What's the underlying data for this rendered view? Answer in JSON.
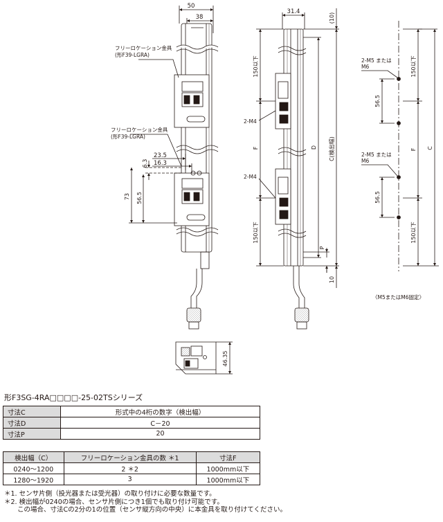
{
  "drawing": {
    "front_view": {
      "dims": {
        "width_50": "50",
        "width_38": "38",
        "d_23_5": "23.5",
        "d_16_3": "16.3",
        "d_6_3": "6.3",
        "d_73": "73",
        "d_56_5": "56.5"
      },
      "labels": {
        "bracket_top_name": "フリーロケーション金具",
        "bracket_top_model": "(形F39-LGRA)",
        "bracket_mid_name": "フリーロケーション金具",
        "bracket_mid_model": "(形F39-LGRA)"
      }
    },
    "side_view": {
      "dims": {
        "width_31_4": "31.4",
        "top_10": "(10)",
        "top_150": "150以下",
        "bottom_150": "150以下",
        "bottom_10": "10",
        "f": "F",
        "d": "D",
        "c": "C(検出幅)",
        "p": "P"
      },
      "labels": {
        "m4_upper": "2-M4",
        "m4_lower": "2-M4"
      }
    },
    "mount_view": {
      "dims": {
        "d_56_5_upper": "56.5",
        "d_56_5_lower": "56.5",
        "top_150": "150以下",
        "bottom_150": "150以下",
        "f": "F",
        "c": "C"
      },
      "labels": {
        "upper_line1": "2-M5 または",
        "upper_line2": "M6",
        "lower_line1": "2-M5 または",
        "lower_line2": "M6",
        "fixing_note": "〈M5またはM6固定〉"
      }
    },
    "end_view": {
      "dims": {
        "d_46_35": "46.35"
      }
    }
  },
  "series_title": "形F3SG-4RA□□□□-25-02TSシリーズ",
  "dimension_table": {
    "rows": [
      {
        "label": "寸法C",
        "value": "形式中の4桁の数字（検出幅）"
      },
      {
        "label": "寸法D",
        "value": "C－20"
      },
      {
        "label": "寸法P",
        "value": "20"
      }
    ]
  },
  "bracket_table": {
    "headers": [
      "検出幅（C）",
      "フリーロケーション金具の数 ＊1",
      "寸法F"
    ],
    "rows": [
      [
        "0240～1200",
        "2 ＊2",
        "1000mm以下"
      ],
      [
        "1280～1920",
        "3",
        "1000mm以下"
      ]
    ]
  },
  "notes": [
    "＊1. センサ片側（投光器または受光器）の取り付けに必要な数量です。",
    "＊2. 検出幅が0240の場合、センサ片側につき1個でも取り付け可能です。",
    "　　この場合、寸法Cの2分の1の位置（センサ縦方向の中央）に本金具を取り付けてください。"
  ]
}
